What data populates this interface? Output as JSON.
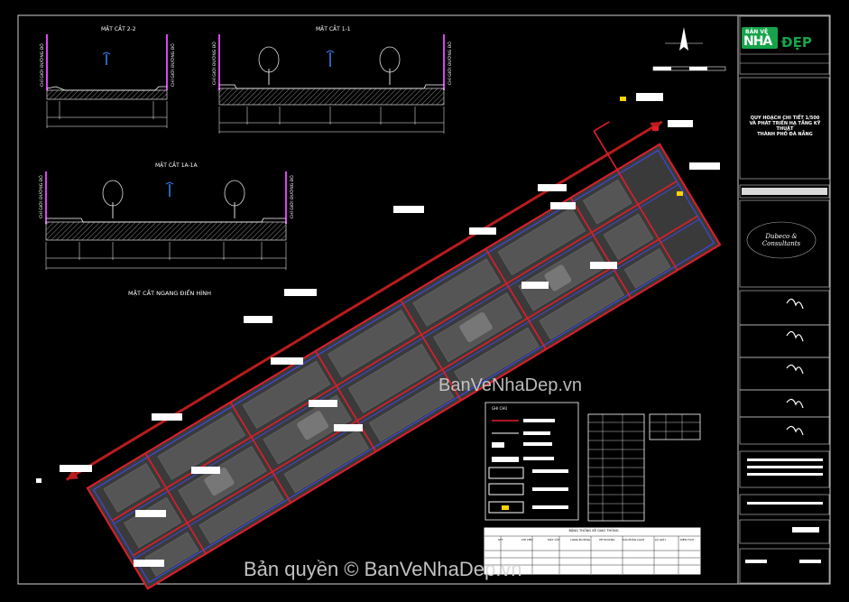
{
  "sections": {
    "s2": {
      "title": "MẶT CẮT 2-2",
      "left_label": "CHỈ GIỚI ĐƯỜNG ĐỎ",
      "right_label": "CHỈ GIỚI ĐƯỜNG ĐỎ"
    },
    "s1": {
      "title": "MẶT CẮT 1-1",
      "left_label": "CHỈ GIỚI ĐƯỜNG ĐỎ",
      "right_label": "CHỈ GIỚI ĐƯỜNG ĐỎ"
    },
    "s1a": {
      "title": "MẶT CẮT 1A-1A",
      "left_label": "CHỈ GIỚI ĐƯỜNG ĐỎ",
      "right_label": "CHỈ GIỚI ĐƯỜNG ĐỎ"
    },
    "typical": "MẶT CẮT NGANG ĐIỂN HÌNH"
  },
  "title_block": {
    "logo_top": "BẢN VẼ",
    "logo_nha": "NHÀ",
    "logo_dep": "ĐẸP",
    "project_lines": [
      "QUY HOẠCH CHI TIẾT 1/500",
      "VÀ PHÁT TRIỂN HẠ TẦNG KỸ THUẬT",
      "THÀNH PHỐ ĐÀ NẴNG"
    ],
    "company_script": "Dubeco & Consultants"
  },
  "legend": {
    "title": "GHI CHÚ"
  },
  "stats_table": {
    "title": "BẢNG THỐNG KÊ GIAO THÔNG",
    "columns": [
      "STT",
      "CHỈ TIÊU",
      "MẶT CẮT",
      "LÒNG ĐƯỜNG",
      "HÈ ĐƯỜNG",
      "DẢI PHÂN CÁCH",
      "LỘ GIỚI",
      "DIỆN TÍCH"
    ]
  },
  "watermarks": {
    "middle": "BanVeNhaDep.vn",
    "bottom": "Bản quyền © BanVeNhaDep.vn"
  },
  "colors": {
    "background": "#000000",
    "road_red": "#e11d2a",
    "road_blue": "#3b4cff",
    "block_gray": "#4a4a4a",
    "brand_green": "#16a34a"
  }
}
